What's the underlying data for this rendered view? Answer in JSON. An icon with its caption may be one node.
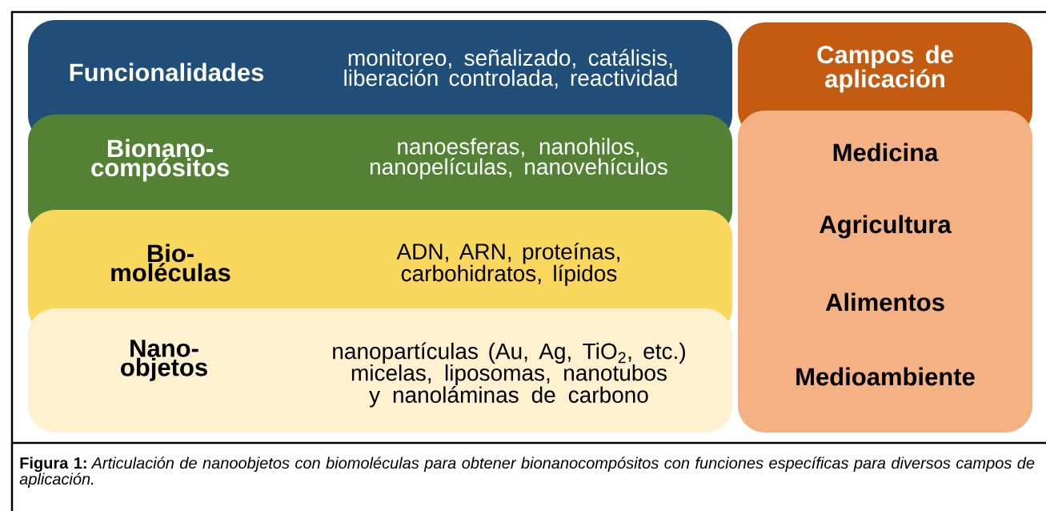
{
  "diagram": {
    "caption": "**Figura 1:** *Articulación de nanoobjetos con biomoléculas para obtener bionanocompósitos con funciones específicas para diversos campos de aplicación.*",
    "nodes": [
      {
        "text": [
          "Funcionalidades",
          "monitoreo, señalizado, catálisis, liberación controlada, reactividad"
        ]
      },
      {
        "text": [
          "Bionano- compósitos",
          "nanoesferas, nanohilos, nanopelículas, nanovehículos"
        ]
      },
      {
        "text": [
          "Bio- moléculas",
          "ADN, ARN, proteínas, carbohidratos, lípidos"
        ]
      },
      {
        "text": [
          "Nano- objetos",
          "nanopartículas (Au, Ag, TiO$_{2}$, etc.) micelas, liposomas, nanotubos y nanoláminas de carbono"
        ]
      },
      {
        "text": [
          "Campos de aplicación"
        ]
      },
      {
        "text": [
          "Medicina",
          "Agricultura",
          "Alimentos",
          "Medioambiente"
        ]
      }
    ]
  }
}
